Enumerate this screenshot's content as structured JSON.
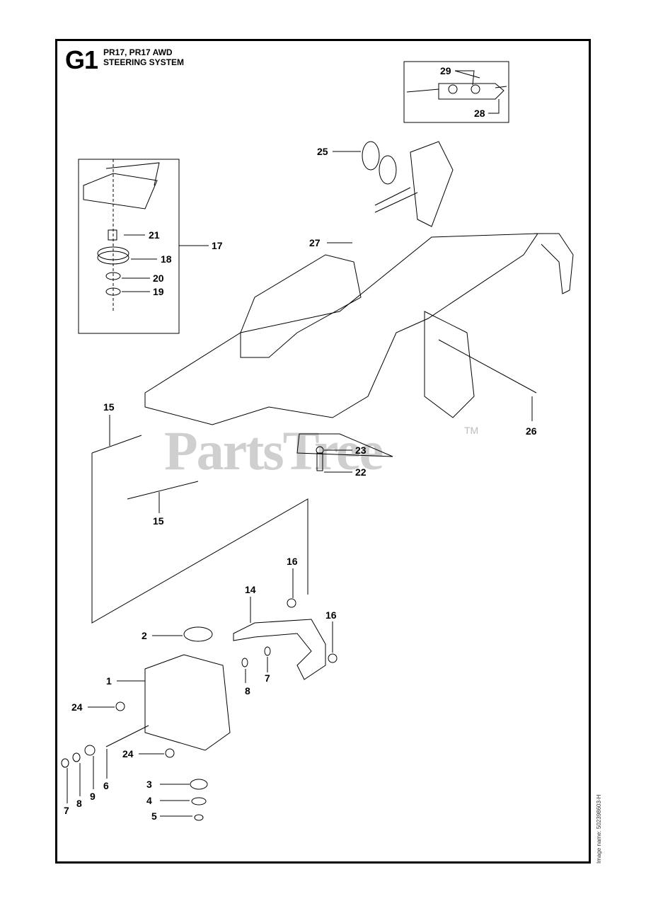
{
  "diagram": {
    "code": "G1",
    "title_line1": "PR17, PR17 AWD",
    "title_line2": "STEERING SYSTEM",
    "side_text": "Image name: 502398603-H",
    "watermark": "PartsTree",
    "watermark_tm": "TM"
  },
  "callouts": {
    "c29": "29",
    "c28": "28",
    "c25": "25",
    "c21": "21",
    "c18": "18",
    "c17": "17",
    "c20": "20",
    "c19": "19",
    "c27": "27",
    "c15a": "15",
    "c15b": "15",
    "c26": "26",
    "c23": "23",
    "c22": "22",
    "c16a": "16",
    "c14": "14",
    "c16b": "16",
    "c2": "2",
    "c1": "1",
    "c8a": "8",
    "c7a": "7",
    "c24a": "24",
    "c24b": "24",
    "c7b": "7",
    "c8b": "8",
    "c9": "9",
    "c6": "6",
    "c3": "3",
    "c4": "4",
    "c5": "5"
  }
}
